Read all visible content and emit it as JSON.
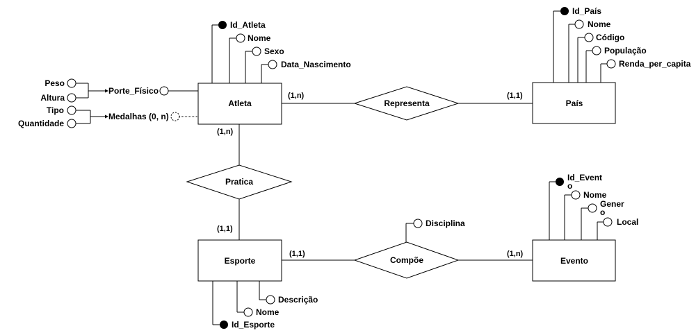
{
  "entities": {
    "atleta": "Atleta",
    "pais": "País",
    "esporte": "Esporte",
    "evento": "Evento"
  },
  "relationships": {
    "representa": "Representa",
    "pratica": "Pratica",
    "compoe": "Compõe"
  },
  "cardinalities": {
    "atleta_representa": "(1,n)",
    "pais_representa": "(1,1)",
    "atleta_pratica": "(1,n)",
    "esporte_pratica": "(1,1)",
    "esporte_compoe": "(1,1)",
    "evento_compoe": "(1,n)"
  },
  "attributes": {
    "atleta": {
      "id": "Id_Atleta",
      "nome": "Nome",
      "sexo": "Sexo",
      "data_nascimento": "Data_Nascimento",
      "porte_fisico": "Porte_Físico",
      "peso": "Peso",
      "altura": "Altura",
      "medalhas": "Medalhas (0, n)",
      "tipo": "Tipo",
      "quantidade": "Quantidade"
    },
    "pais": {
      "id": "Id_País",
      "nome": "Nome",
      "codigo": "Código",
      "populacao": "População",
      "renda": "Renda_per_capita"
    },
    "esporte": {
      "id": "Id_Esporte",
      "nome": "Nome",
      "descricao": "Descrição"
    },
    "evento": {
      "id": "Id_Event",
      "id_wrap": "o",
      "nome": "Nome",
      "genero": "Gener",
      "genero_wrap": "o",
      "local": "Local"
    },
    "compoe": {
      "disciplina": "Disciplina"
    }
  }
}
